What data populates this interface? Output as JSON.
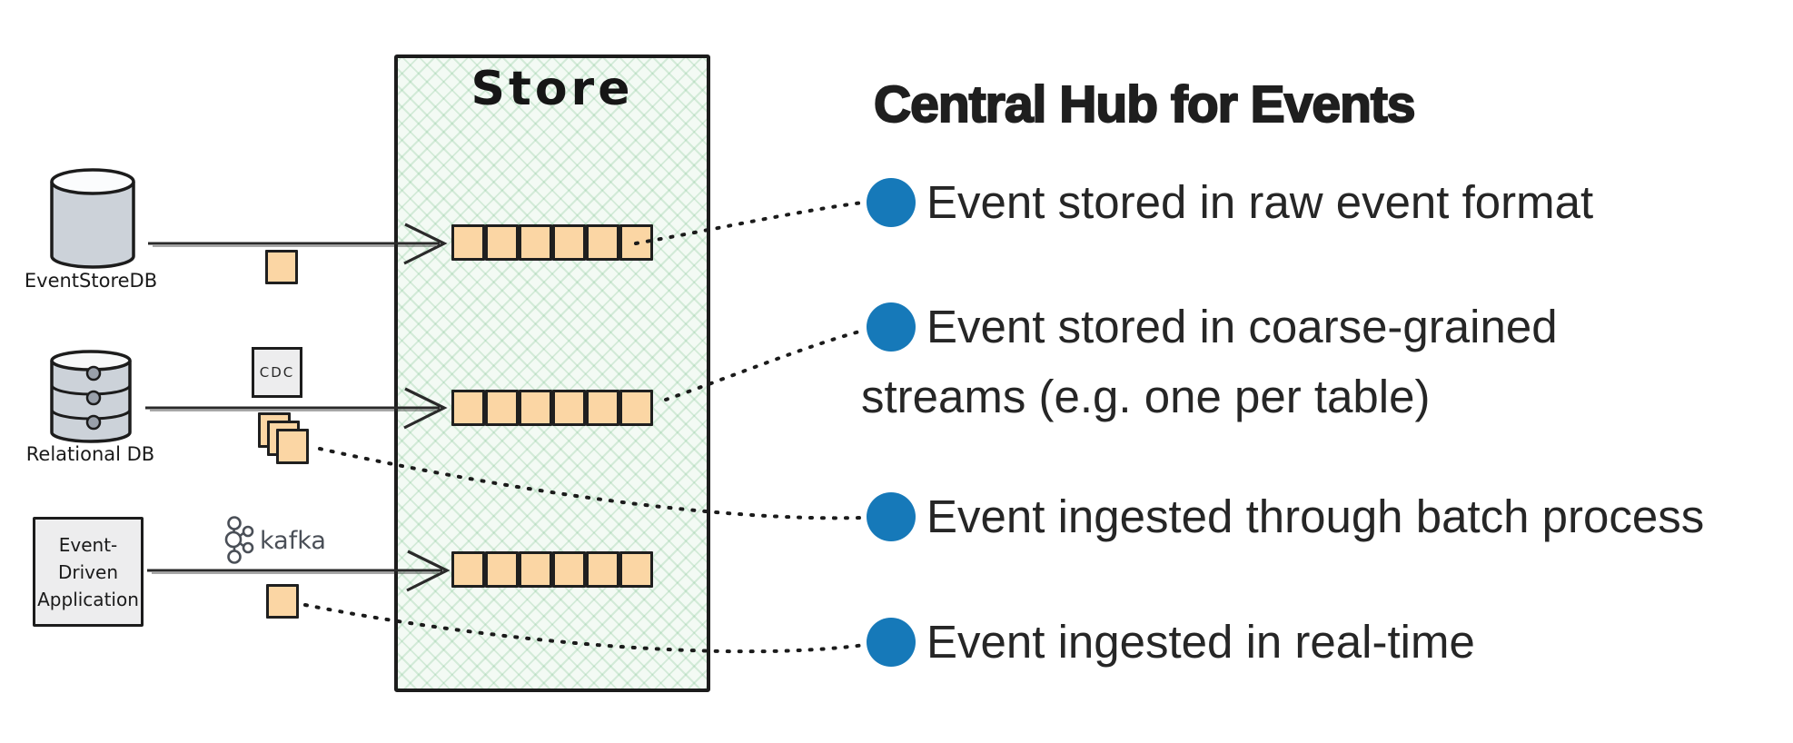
{
  "store": {
    "title": "Store"
  },
  "heading": "Central Hub for Events",
  "sources": {
    "eventstoredb": {
      "label": "EventStoreDB"
    },
    "relational_db": {
      "label": "Relational DB",
      "cdc_label": "CDC"
    },
    "event_driven_app": {
      "label_lines": [
        "Event-",
        "Driven",
        "Application"
      ],
      "kafka_label": "kafka"
    }
  },
  "bullets": [
    {
      "lines": [
        "Event stored in raw event format"
      ]
    },
    {
      "lines": [
        "Event stored in coarse-grained",
        "streams (e.g. one per table)"
      ]
    },
    {
      "lines": [
        "Event ingested through batch process"
      ]
    },
    {
      "lines": [
        "Event ingested in real-time"
      ]
    }
  ],
  "colors": {
    "bullet_blue": "#1679b9",
    "event_square_orange": "#fbd6a4",
    "store_hatch_green": "#f3faf4",
    "outline_black": "#1c1c1c",
    "shape_grey": "#ccd2d9",
    "kafka_grey": "#4a4f57"
  }
}
